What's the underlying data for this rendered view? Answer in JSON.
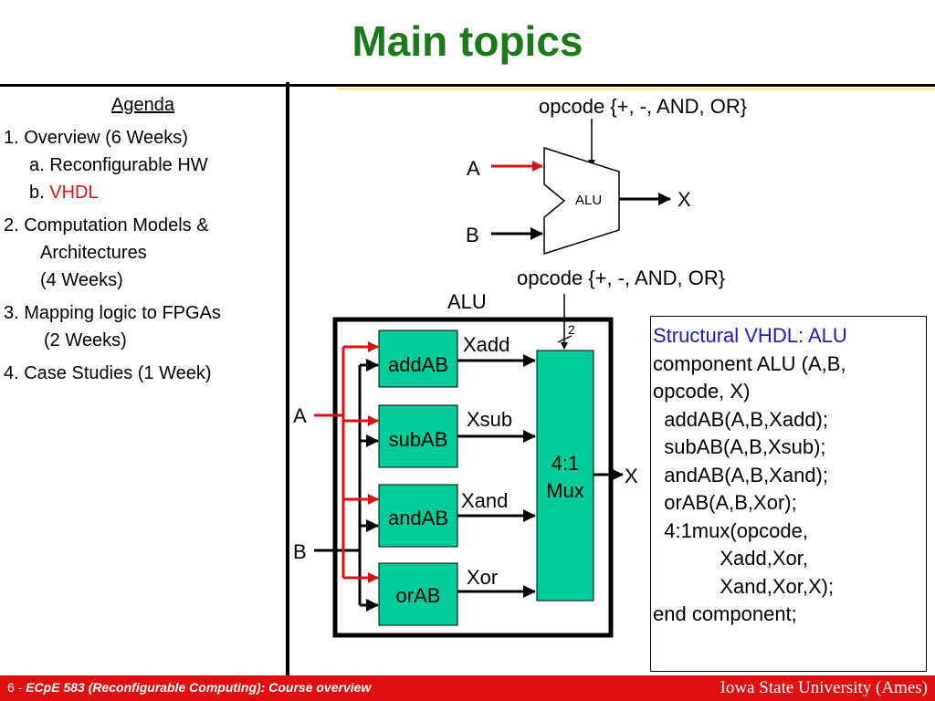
{
  "slide": {
    "title": "Main topics",
    "accent_color": "#1a7a1a",
    "highlight_color": "#e01010"
  },
  "agenda": {
    "heading": "Agenda",
    "item1": "1. Overview (6 Weeks)",
    "item1a": "a. Reconfigurable HW",
    "item1b_prefix": "b. ",
    "item1b_highlight": "VHDL",
    "item2_line1": "2. Computation Models &",
    "item2_line2": "Architectures",
    "item2_line3": "(4 Weeks)",
    "item3_line1": "3. Mapping logic to FPGAs",
    "item3_line2": "(2 Weeks)",
    "item4": "4. Case Studies (1 Week)"
  },
  "diagram": {
    "top_opcode": "opcode {+, -, AND, OR}",
    "top_input_a": "A",
    "top_input_b": "B",
    "top_alu_label": "ALU",
    "top_output": "X",
    "bottom_opcode": "opcode {+, -, AND, OR}",
    "bottom_alu_label": "ALU",
    "bus_width": "2",
    "input_a": "A",
    "input_b": "B",
    "output_x": "X",
    "blocks": [
      "addAB",
      "subAB",
      "andAB",
      "orAB"
    ],
    "signals": [
      "Xadd",
      "Xsub",
      "Xand",
      "Xor"
    ],
    "mux_line1": "4:1",
    "mux_line2": "Mux",
    "block_color": "#00cc99"
  },
  "code": {
    "lines": [
      "Structural VHDL: ALU",
      "component ALU (A,B,",
      "opcode, X)",
      "  addAB(A,B,Xadd);",
      "  subAB(A,B,Xsub);",
      "  andAB(A,B,Xand);",
      "  orAB(A,B,Xor);",
      "  4:1mux(opcode,",
      "            Xadd,Xor,",
      "            Xand,Xor,X);",
      "end component;"
    ],
    "heading_color": "#1a1acc"
  },
  "footer": {
    "page_number": "6 - ",
    "course": "ECpE 583 (Reconfigurable Computing): Course overview",
    "university": "Iowa State University (Ames)"
  }
}
